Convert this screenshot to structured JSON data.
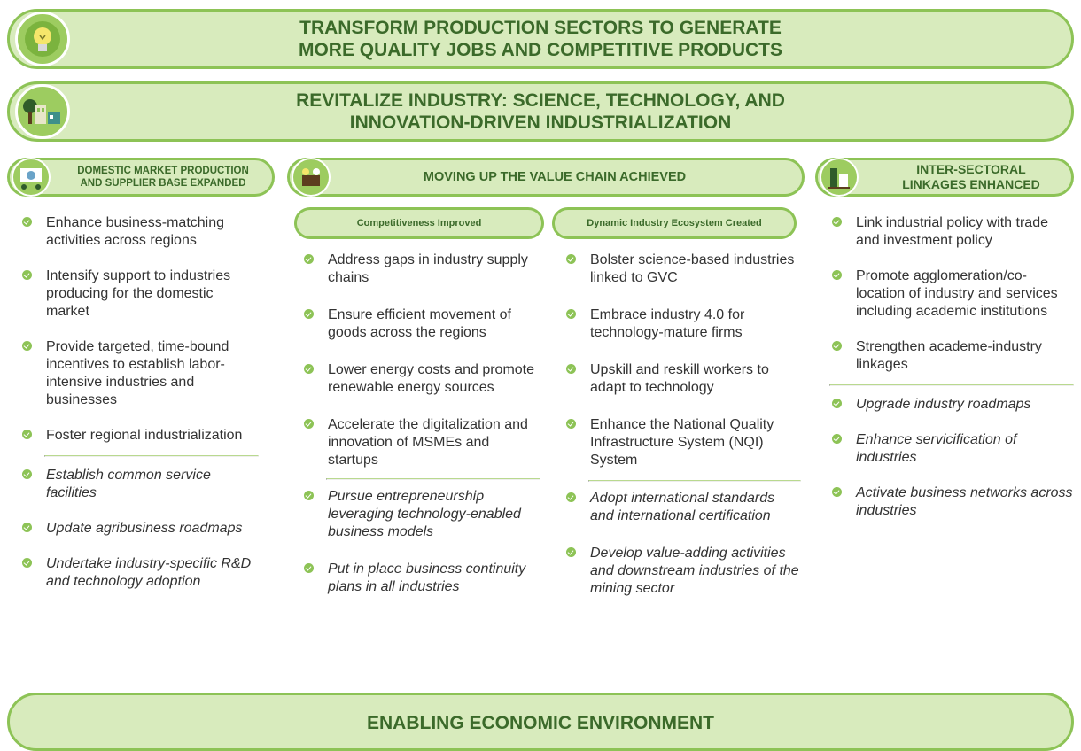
{
  "header": {
    "title_line1": "TRANSFORM PRODUCTION SECTORS TO GENERATE",
    "title_line2": "MORE QUALITY JOBS AND COMPETITIVE PRODUCTS"
  },
  "subheader": {
    "title_line1": "REVITALIZE INDUSTRY: SCIENCE, TECHNOLOGY, AND",
    "title_line2": "INNOVATION-DRIVEN INDUSTRIALIZATION"
  },
  "outcomes": {
    "left": {
      "title_line1": "DOMESTIC MARKET PRODUCTION",
      "title_line2": "AND SUPPLIER BASE EXPANDED",
      "items": [
        "Enhance business-matching activities across regions",
        "Intensify support to industries producing for the domestic market",
        "Provide targeted, time-bound incentives to establish labor-intensive industries and businesses",
        "Foster regional industrialization"
      ],
      "italic_items": [
        "Establish common service facilities",
        "Update agribusiness roadmaps",
        "Undertake industry-specific R&D and technology adoption"
      ]
    },
    "middle": {
      "title": "MOVING UP THE VALUE CHAIN ACHIEVED",
      "sub_left": {
        "title": "Competitiveness Improved",
        "items": [
          "Address gaps in industry supply chains",
          "Ensure efficient movement of goods across the regions",
          "Lower energy costs and promote renewable energy sources",
          "Accelerate the digitalization and innovation of MSMEs and startups"
        ],
        "italic_items": [
          "Pursue entrepreneurship leveraging technology-enabled business models",
          "Put in place business continuity plans in all industries"
        ]
      },
      "sub_right": {
        "title": "Dynamic Industry Ecosystem Created",
        "items": [
          "Bolster science-based industries linked to GVC",
          "Embrace industry 4.0 for technology-mature firms",
          "Upskill and reskill workers to adapt to technology",
          "Enhance the National Quality Infrastructure System (NQI) System"
        ],
        "italic_items": [
          "Adopt international standards and international certification",
          "Develop value-adding activities and downstream industries of the mining sector"
        ]
      }
    },
    "right": {
      "title_line1": "INTER-SECTORAL",
      "title_line2": "LINKAGES ENHANCED",
      "items": [
        "Link industrial policy with trade and investment policy",
        "Promote agglomeration/co-location of industry and services including academic institutions",
        "Strengthen academe-industry linkages"
      ],
      "italic_items": [
        "Upgrade industry roadmaps",
        "Enhance servicification of industries",
        "Activate business networks across industries"
      ]
    }
  },
  "footer": {
    "title": "ENABLING ECONOMIC ENVIRONMENT"
  },
  "icons": [
    "lightbulb-gear-icon",
    "factory-icon",
    "market-icon",
    "value-chain-icon",
    "linkage-icon"
  ],
  "colors": {
    "fill": "#d8ebbd",
    "border": "#8dc356",
    "text": "#3b6a2a",
    "bullet": "#8dc356"
  }
}
